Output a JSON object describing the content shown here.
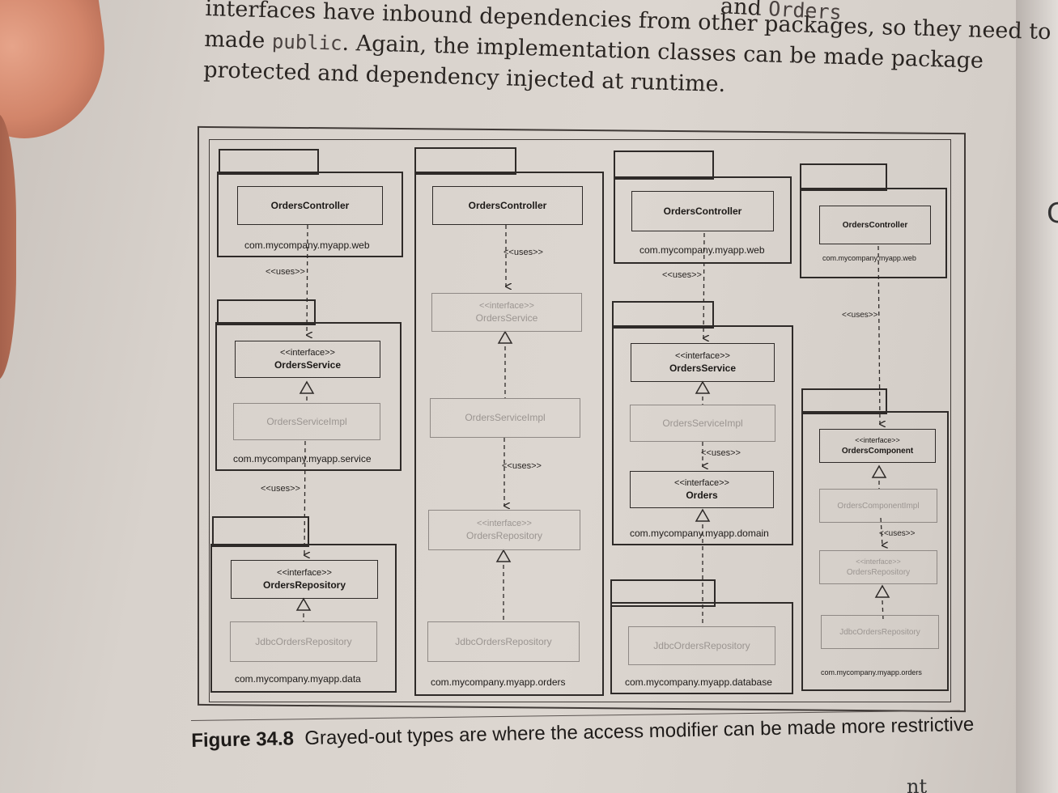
{
  "body_text": {
    "line1": "interfaces have inbound dependencies from other packages, so they need to be",
    "line2_pre": "made ",
    "line2_code": "public",
    "line2_post": ". Again, the implementation classes can be made package",
    "line3": "protected and dependency injected at runtime.",
    "tail_pre": "and ",
    "tail_code": "Orders"
  },
  "diagram": {
    "col1": {
      "web_controller": "OrdersController",
      "web_pkg": "com.mycompany.myapp.web",
      "uses1": "<<uses>>",
      "svc_stereo": "<<interface>>",
      "svc_iface": "OrdersService",
      "svc_impl": "OrdersServiceImpl",
      "svc_pkg": "com.mycompany.myapp.service",
      "uses2": "<<uses>>",
      "repo_stereo": "<<interface>>",
      "repo_iface": "OrdersRepository",
      "repo_impl": "JdbcOrdersRepository",
      "data_pkg": "com.mycompany.myapp.data"
    },
    "col2": {
      "controller": "OrdersController",
      "uses1": "<<uses>>",
      "svc_stereo": "<<interface>>",
      "svc_iface": "OrdersService",
      "svc_impl": "OrdersServiceImpl",
      "uses2": "<<uses>>",
      "repo_stereo": "<<interface>>",
      "repo_iface": "OrdersRepository",
      "repo_impl": "JdbcOrdersRepository",
      "pkg": "com.mycompany.myapp.orders"
    },
    "col3": {
      "web_controller": "OrdersController",
      "web_pkg": "com.mycompany.myapp.web",
      "uses1": "<<uses>>",
      "svc_stereo": "<<interface>>",
      "svc_iface": "OrdersService",
      "svc_impl": "OrdersServiceImpl",
      "uses2": "<<uses>>",
      "orders_stereo": "<<interface>>",
      "orders_iface": "Orders",
      "domain_pkg": "com.mycompany.myapp.domain",
      "repo_impl": "JdbcOrdersRepository",
      "db_pkg": "com.mycompany.myapp.database"
    },
    "col4": {
      "web_controller": "OrdersController",
      "web_pkg": "com.mycompany.myapp.web",
      "uses1": "<<uses>>",
      "comp_stereo": "<<interface>>",
      "comp_iface": "OrdersComponent",
      "comp_impl": "OrdersComponentImpl",
      "uses2": "<<uses>>",
      "repo_stereo": "<<interface>>",
      "repo_iface": "OrdersRepository",
      "repo_impl": "JdbcOrdersRepository",
      "pkg": "com.mycompany.myapp.orders"
    }
  },
  "caption": {
    "label": "Figure 34.8",
    "text": "Grayed-out types are where the access modifier can be made more restrictive"
  },
  "edge_fragments": {
    "right_char": "C",
    "bottom_frag": "nt"
  }
}
